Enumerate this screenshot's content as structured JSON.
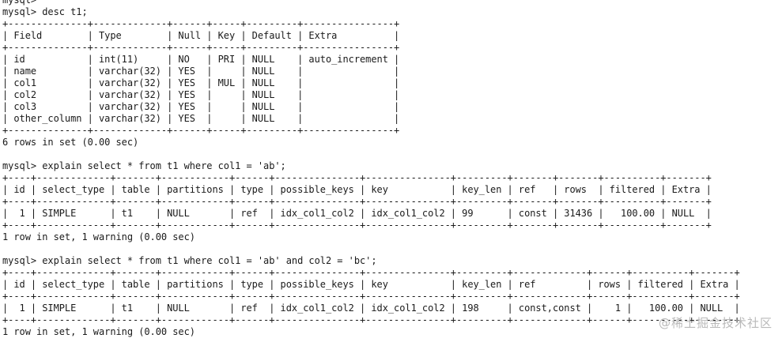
{
  "terminal": {
    "lines": [
      "mysql>",
      "mysql> desc t1;",
      "+--------------+-------------+------+-----+---------+----------------+",
      "| Field        | Type        | Null | Key | Default | Extra          |",
      "+--------------+-------------+------+-----+---------+----------------+",
      "| id           | int(11)     | NO   | PRI | NULL    | auto_increment |",
      "| name         | varchar(32) | YES  |     | NULL    |                |",
      "| col1         | varchar(32) | YES  | MUL | NULL    |                |",
      "| col2         | varchar(32) | YES  |     | NULL    |                |",
      "| col3         | varchar(32) | YES  |     | NULL    |                |",
      "| other_column | varchar(32) | YES  |     | NULL    |                |",
      "+--------------+-------------+------+-----+---------+----------------+",
      "6 rows in set (0.00 sec)",
      "",
      "mysql> explain select * from t1 where col1 = 'ab';",
      "+----+-------------+-------+------------+------+---------------+---------------+---------+-------+-------+----------+-------+",
      "| id | select_type | table | partitions | type | possible_keys | key           | key_len | ref   | rows  | filtered | Extra |",
      "+----+-------------+-------+------------+------+---------------+---------------+---------+-------+-------+----------+-------+",
      "|  1 | SIMPLE      | t1    | NULL       | ref  | idx_col1_col2 | idx_col1_col2 | 99      | const | 31436 |   100.00 | NULL  |",
      "+----+-------------+-------+------------+------+---------------+---------------+---------+-------+-------+----------+-------+",
      "1 row in set, 1 warning (0.00 sec)",
      "",
      "mysql> explain select * from t1 where col1 = 'ab' and col2 = 'bc';",
      "+----+-------------+-------+------------+------+---------------+---------------+---------+-------------+------+----------+-------+",
      "| id | select_type | table | partitions | type | possible_keys | key           | key_len | ref         | rows | filtered | Extra |",
      "+----+-------------+-------+------------+------+---------------+---------------+---------+-------------+------+----------+-------+",
      "|  1 | SIMPLE      | t1    | NULL       | ref  | idx_col1_col2 | idx_col1_col2 | 198     | const,const |    1 |   100.00 | NULL  |",
      "+----+-------------+-------+------------+------+---------------+---------------+---------+-------------+------+----------+-------+",
      "1 row in set, 1 warning (0.00 sec)"
    ]
  },
  "watermark": "@稀土掘金技术社区"
}
